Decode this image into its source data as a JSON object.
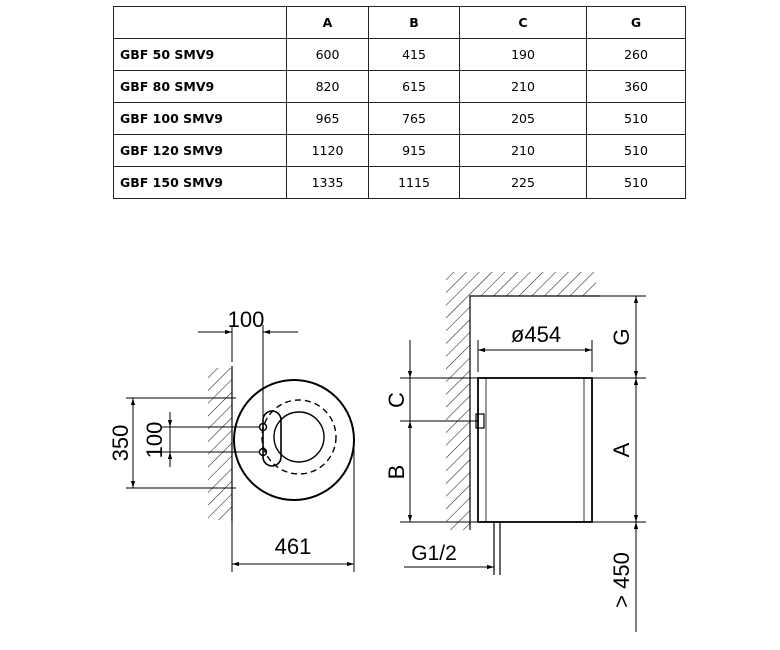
{
  "table": {
    "headers": [
      "",
      "A",
      "B",
      "C",
      "G"
    ],
    "rows": [
      [
        "GBF 50 SMV9",
        "600",
        "415",
        "190",
        "260"
      ],
      [
        "GBF 80 SMV9",
        "820",
        "615",
        "210",
        "360"
      ],
      [
        "GBF 100 SMV9",
        "965",
        "765",
        "205",
        "510"
      ],
      [
        "GBF 120 SMV9",
        "1120",
        "915",
        "210",
        "510"
      ],
      [
        "GBF 150 SMV9",
        "1335",
        "1115",
        "225",
        "510"
      ]
    ]
  },
  "front_view": {
    "dim_100_top": "100",
    "dim_350": "350",
    "dim_100_left": "100",
    "dim_461": "461"
  },
  "side_view": {
    "dim_diameter": "ø454",
    "dim_G": "G",
    "dim_C": "C",
    "dim_A": "A",
    "dim_B": "B",
    "dim_G12": "G1/2",
    "dim_450": "> 450"
  }
}
